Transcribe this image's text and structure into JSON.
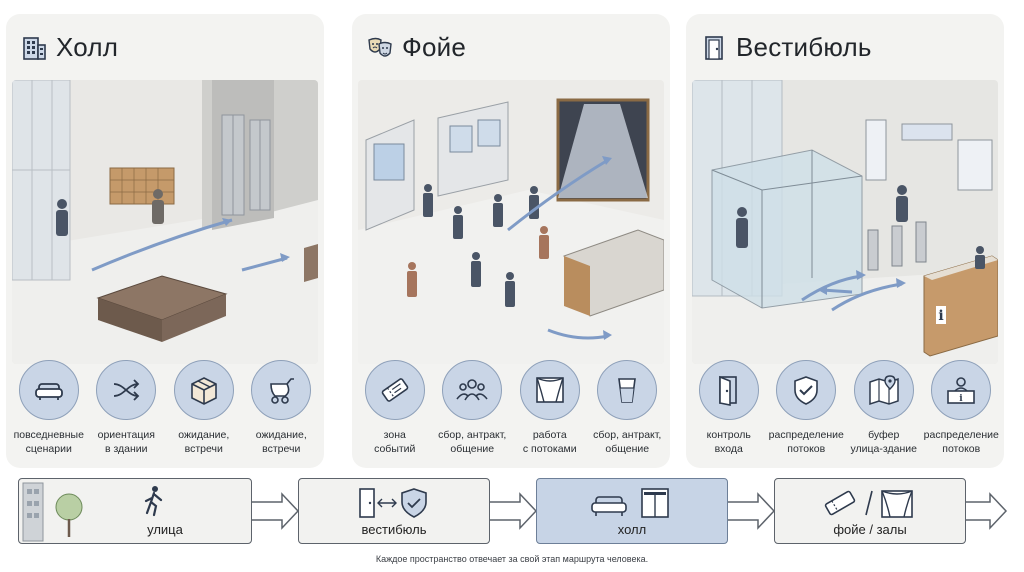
{
  "panels": [
    {
      "title": "Холл",
      "icon": "building-icon",
      "features": [
        {
          "icon": "sofa-icon",
          "label": "повседневные\nсценарии"
        },
        {
          "icon": "shuffle-arrows-icon",
          "label": "ориентация\nв здании"
        },
        {
          "icon": "parcel-box-icon",
          "label": "ожидание,\nвстречи"
        },
        {
          "icon": "stroller-icon",
          "label": "ожидание,\nвстречи"
        }
      ]
    },
    {
      "title": "Фойе",
      "icon": "theater-masks-icon",
      "features": [
        {
          "icon": "ticket-icon",
          "label": "зона\nсобытий"
        },
        {
          "icon": "people-group-icon",
          "label": "сбор, антракт,\nобщение"
        },
        {
          "icon": "stage-curtain-icon",
          "label": "работа\nс потоками"
        },
        {
          "icon": "drink-glass-icon",
          "label": "сбор, антракт,\nобщение"
        }
      ]
    },
    {
      "title": "Вестибюль",
      "icon": "door-icon",
      "features": [
        {
          "icon": "open-door-icon",
          "label": "контроль\nвхода"
        },
        {
          "icon": "shield-check-icon",
          "label": "распределение\nпотоков"
        },
        {
          "icon": "map-pin-icon",
          "label": "буфер\nулица-здание"
        },
        {
          "icon": "reception-desk-icon",
          "label": "распределение\nпотоков"
        }
      ]
    }
  ],
  "route": {
    "stages": [
      {
        "label": "улица",
        "active": false
      },
      {
        "label": "вестибюль",
        "active": false
      },
      {
        "label": "холл",
        "active": true
      },
      {
        "label": "фойе / залы",
        "active": false
      }
    ],
    "colors": {
      "active": "#c7d4e6",
      "inactive": "#f2f2f0",
      "border": "#5d636b"
    }
  },
  "caption": "Каждое пространство отвечает за свой этап маршрута человека.",
  "colors": {
    "accent": "#c9d5e6",
    "accent_border": "#8ea0b9",
    "panel": "#f3f3f1",
    "icon": "#2e3a4d"
  }
}
